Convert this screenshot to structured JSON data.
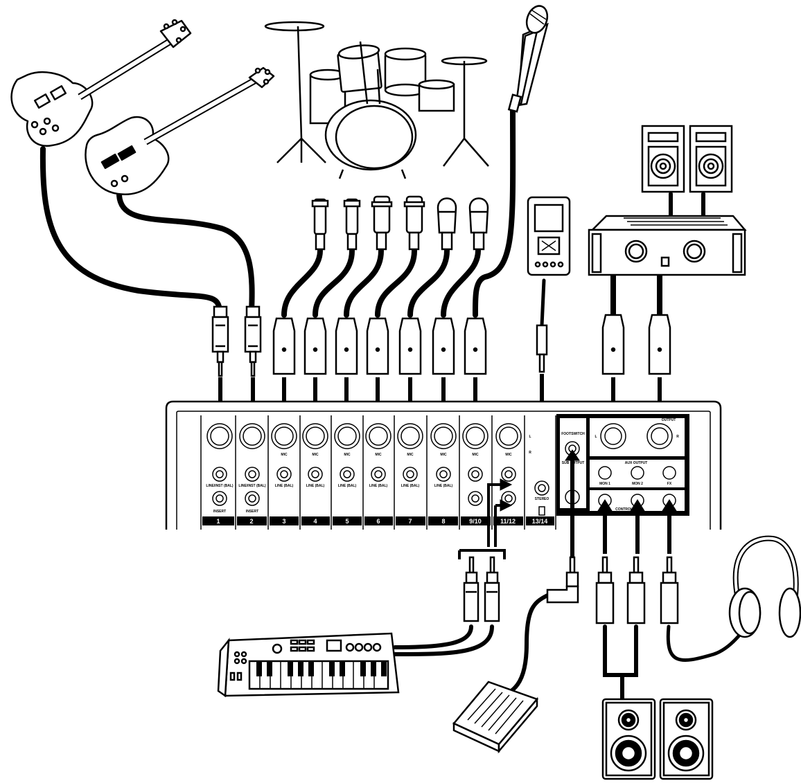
{
  "mixer": {
    "channels": [
      "1",
      "2",
      "3",
      "4",
      "5",
      "6",
      "7",
      "8",
      "9/10",
      "11/12",
      "13/14"
    ],
    "mic_label": "MIC",
    "line_label": "LINE (BAL)",
    "line_inst_label": "LINE/INST (BAL)",
    "insert_label": "INSERT",
    "stereo_label": "STEREO",
    "footswitch_label": "FOOTSWITCH",
    "sub_output_label": "SUB OUTPUT",
    "main_output_label": "OUTPUT",
    "aux_output_label": "AUX OUTPUT",
    "mon1_label": "MON 1",
    "mon2_label": "MON 2",
    "fx_label": "FX",
    "control_room_label": "CONTROL RM",
    "l_label": "L",
    "r_label": "R"
  },
  "devices": [
    "electric-guitar",
    "bass-guitar",
    "drum-kit",
    "vocal-microphone",
    "drum-microphones",
    "portable-audio-player",
    "power-amplifier",
    "pa-speakers",
    "keyboard-synthesizer",
    "footswitch-pedal",
    "studio-monitors",
    "headphones"
  ],
  "colors": {
    "line": "#000000",
    "panel": "#ffffff"
  }
}
